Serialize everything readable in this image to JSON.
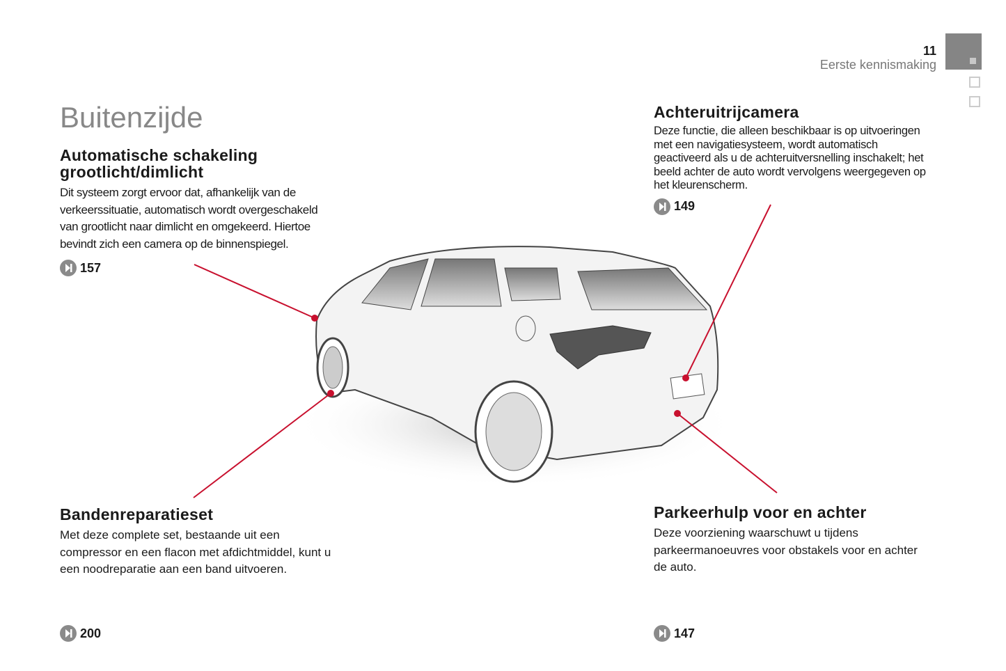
{
  "header": {
    "page_number": "11",
    "chapter": "Eerste kennismaking"
  },
  "title": "Buitenzijde",
  "sections": [
    {
      "heading": "Automatische schakeling grootlicht/dimlicht",
      "text": "Dit systeem zorgt ervoor dat, afhankelijk van de verkeerssituatie, automatisch wordt overgeschakeld van grootlicht naar dimlicht en omgekeerd. Hiertoe bevindt zich een camera op de binnenspiegel.",
      "page_ref": "157"
    },
    {
      "heading": "Achteruitrijcamera",
      "text": "Deze functie, die alleen beschikbaar is op uitvoeringen met een navigatiesysteem, wordt automatisch geactiveerd als u de achteruitversnelling inschakelt; het beeld achter de auto wordt vervolgens weergegeven op het kleurenscherm.",
      "page_ref": "149"
    },
    {
      "heading": "Bandenreparatieset",
      "text": "Met deze complete set, bestaande uit een compressor en een flacon met afdichtmiddel, kunt u een noodreparatie aan een band uitvoeren.",
      "page_ref": "200"
    },
    {
      "heading": "Parkeerhulp voor en achter",
      "text": "Deze voorziening waarschuwt u tijdens parkeermanoeuvres voor obstakels voor en achter de auto.",
      "page_ref": "147"
    }
  ],
  "colors": {
    "callout": "#c8102e",
    "icon": "#8a8a8a"
  }
}
